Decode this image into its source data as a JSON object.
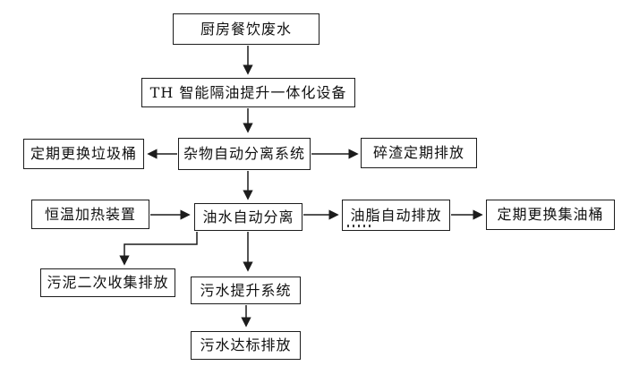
{
  "nodes": {
    "kitchen_wastewater": "厨房餐饮废水",
    "th_device": "TH 智能隔油提升一体化设备",
    "debris_separation": "杂物自动分离系统",
    "trash_bin_replace": "定期更换垃圾桶",
    "residue_discharge": "碎渣定期排放",
    "heating_device": "恒温加热装置",
    "oil_water_separation": "油水自动分离",
    "grease_discharge": "油脂自动排放",
    "oil_barrel_replace": "定期更换集油桶",
    "sludge_collection": "污泥二次收集排放",
    "sewage_lifting": "污水提升系统",
    "sewage_standard_discharge": "污水达标排放"
  },
  "colors": {
    "line": "#1c1c1c",
    "box_border": "#1c1c1c",
    "text": "#111111",
    "background": "#ffffff"
  }
}
